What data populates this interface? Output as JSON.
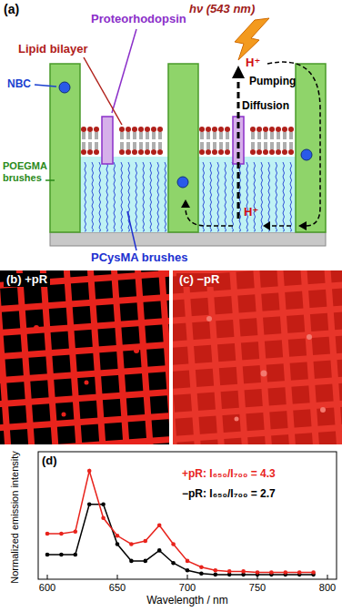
{
  "diagram": {
    "labels": [
      "(a)",
      "Proteorhodopsin",
      "hν (543 nm)",
      "Lipid bilayer",
      "H⁺",
      "NBC",
      "Pumping",
      "Diffusion",
      "POEGMA brushes",
      "H⁺",
      "PCysMA brushes",
      "(b) +pR",
      "(c) −pR",
      "(d)",
      "Normalized emission intensity",
      "+pR: I₆₅₀/I₇₀₀ = 4.3",
      "−pR: I₆₅₀/I₇₀₀ = 2.7",
      "600",
      "650",
      "700",
      "750",
      "800",
      "Wavelength / nm"
    ]
  }
}
